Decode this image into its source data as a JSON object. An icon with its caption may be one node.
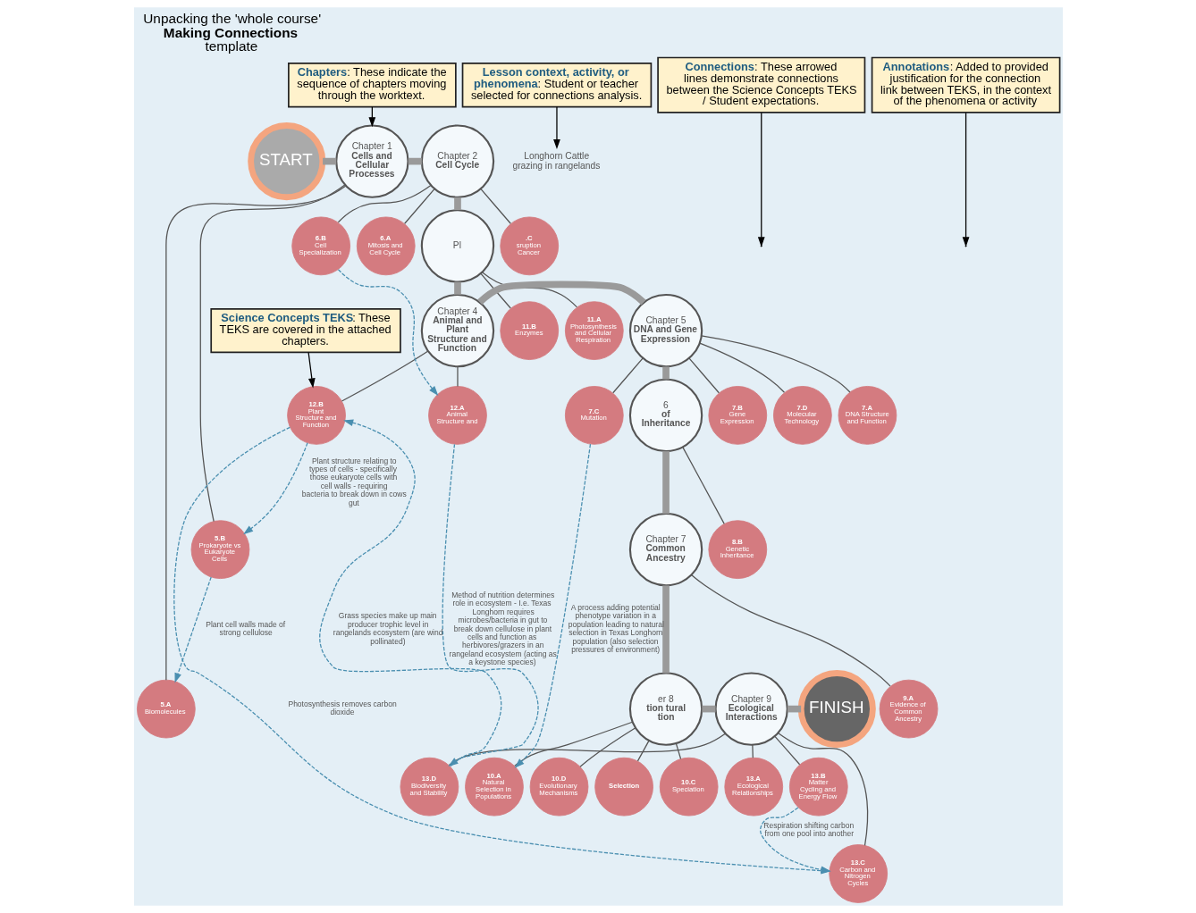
{
  "diagram": {
    "title": "Unpacking the 'whole course' **Making Connections** template",
    "nodes": [
      {
        "text": [
          "START"
        ]
      },
      {
        "text": [
          "Chapter 1",
          "Cells and Cellular Processes"
        ]
      },
      {
        "text": [
          "Chapter 2",
          "Cell Cycle"
        ]
      },
      {
        "text": [
          "Pl"
        ]
      },
      {
        "text": [
          "Chapter 4",
          "Animal and Plant Structure and Function"
        ]
      },
      {
        "text": [
          "Chapter 5",
          "DNA and Gene Expression"
        ]
      },
      {
        "text": [
          "6",
          "of Inheritance"
        ]
      },
      {
        "text": [
          "Chapter 7",
          "Common Ancestry"
        ]
      },
      {
        "text": [
          "er 8",
          "tion tural tion"
        ]
      },
      {
        "text": [
          "Chapter 9",
          "Ecological Interactions"
        ]
      },
      {
        "text": [
          "FINISH"
        ]
      },
      {
        "text": [
          "5.A",
          "Biomolecules"
        ]
      },
      {
        "text": [
          "5.B",
          "Prokaryote vs Eukaryote Cells"
        ]
      },
      {
        "text": [
          "6.A",
          "Mitosis and Cell Cycle"
        ]
      },
      {
        "text": [
          "6.B",
          "Cell Specialization"
        ]
      },
      {
        "text": [
          ".C",
          "sruption Cancer"
        ]
      },
      {
        "text": [
          "11.A",
          "Photosynthesis and Cellular Respiration"
        ]
      },
      {
        "text": [
          "11.B",
          "Enzymes"
        ]
      },
      {
        "text": [
          "7.A",
          "DNA Structure and Function"
        ]
      },
      {
        "text": [
          "7.B",
          "Gene Expression"
        ]
      },
      {
        "text": [
          "7.D",
          "Molecular Technology"
        ]
      },
      {
        "text": [
          "7.C",
          "Mutation"
        ]
      },
      {
        "text": [
          "12.A",
          "Animal Structure and"
        ]
      },
      {
        "text": [
          "12.B",
          "Plant Structure and Function"
        ]
      },
      {
        "text": [
          "8.B",
          "Genetic Inheritance"
        ]
      },
      {
        "text": [
          "9.A",
          "Evidence of Common Ancestry"
        ]
      },
      {
        "text": [
          "10.A",
          "Natural Selection in Populations"
        ]
      },
      {
        "text": [
          "Selection"
        ]
      },
      {
        "text": [
          "10.C",
          "Speciation"
        ]
      },
      {
        "text": [
          "10.D",
          "Evolutionary Mechanisms"
        ]
      },
      {
        "text": [
          "13.A",
          "Ecological Relationships"
        ]
      },
      {
        "text": [
          "13.B",
          "Matter Cycling and Energy Flow"
        ]
      },
      {
        "text": [
          "13.C",
          "Carbon and Nitrogen Cycles"
        ]
      },
      {
        "text": [
          "13.D",
          "Biodiversity and Stability"
        ]
      },
      {
        "text": [
          "Longhorn Cattle grazing in rangelands"
        ]
      },
      {
        "text": [
          "**Chapters**: These indicate the sequence of chapters moving through the worktext."
        ]
      },
      {
        "text": [
          "**Lesson context, activity, or phenomena**: Student or teacher selected for connections analysis."
        ]
      },
      {
        "text": [
          "**Connections**: These arrowed lines demonstrate connections between the Science Concepts TEKS / Student expectations."
        ]
      },
      {
        "text": [
          "**Science Concepts TEKS**: These TEKS are covered in the attached chapters."
        ]
      },
      {
        "text": [
          "**Annotations**: Added to provided justification for the connection link between TEKS, in the context of the phenomena or activity"
        ]
      }
    ],
    "edges": [
      {
        "from": 0,
        "to": 1,
        "arrow": "none",
        "style": "thick",
        "color": "#9a9a9a"
      },
      {
        "from": 1,
        "to": 2,
        "arrow": "none",
        "style": "thick",
        "color": "#9a9a9a"
      },
      {
        "from": 2,
        "to": 3,
        "arrow": "none",
        "style": "thick",
        "color": "#9a9a9a"
      },
      {
        "from": 3,
        "to": 4,
        "arrow": "none",
        "style": "thick",
        "color": "#9a9a9a"
      },
      {
        "from": 4,
        "to": 5,
        "arrow": "none",
        "style": "thick",
        "color": "#9a9a9a"
      },
      {
        "from": 5,
        "to": 6,
        "arrow": "none",
        "style": "thick",
        "color": "#9a9a9a"
      },
      {
        "from": 6,
        "to": 7,
        "arrow": "none",
        "style": "thick",
        "color": "#9a9a9a"
      },
      {
        "from": 7,
        "to": 8,
        "arrow": "none",
        "style": "thick",
        "color": "#9a9a9a"
      },
      {
        "from": 8,
        "to": 9,
        "arrow": "none",
        "style": "thick",
        "color": "#9a9a9a"
      },
      {
        "from": 9,
        "to": 10,
        "arrow": "none",
        "style": "thick",
        "color": "#9a9a9a"
      },
      {
        "from": 1,
        "to": 11,
        "arrow": "none"
      },
      {
        "from": 1,
        "to": 12,
        "arrow": "none"
      },
      {
        "from": 2,
        "to": 13,
        "arrow": "none"
      },
      {
        "from": 2,
        "to": 14,
        "arrow": "none"
      },
      {
        "from": 2,
        "to": 15,
        "arrow": "none"
      },
      {
        "from": 3,
        "to": 16,
        "arrow": "none"
      },
      {
        "from": 3,
        "to": 17,
        "arrow": "none"
      },
      {
        "from": 5,
        "to": 18,
        "arrow": "none"
      },
      {
        "from": 5,
        "to": 19,
        "arrow": "none"
      },
      {
        "from": 5,
        "to": 20,
        "arrow": "none"
      },
      {
        "from": 5,
        "to": 21,
        "arrow": "none"
      },
      {
        "from": 4,
        "to": 22,
        "arrow": "none"
      },
      {
        "from": 4,
        "to": 23,
        "arrow": "none"
      },
      {
        "from": 6,
        "to": 24,
        "arrow": "none"
      },
      {
        "from": 7,
        "to": 25,
        "arrow": "none"
      },
      {
        "from": 8,
        "to": 26,
        "arrow": "none"
      },
      {
        "from": 8,
        "to": 27,
        "arrow": "none"
      },
      {
        "from": 8,
        "to": 28,
        "arrow": "none"
      },
      {
        "from": 8,
        "to": 29,
        "arrow": "none"
      },
      {
        "from": 9,
        "to": 30,
        "arrow": "none"
      },
      {
        "from": 9,
        "to": 31,
        "arrow": "none"
      },
      {
        "from": 9,
        "to": 32,
        "arrow": "none"
      },
      {
        "from": 9,
        "to": 33,
        "arrow": "none"
      },
      {
        "from": 12,
        "to": 11,
        "arrow": "to",
        "label": "Plant cell walls made of strong cellulose",
        "style": "dashed",
        "color": "#4a8fb0"
      },
      {
        "from": 23,
        "to": 12,
        "arrow": "to",
        "label": "Plant structure relating to types of cells - specifically those eukaryote cells with cell walls - requiring bacteria to break down in cows gut",
        "style": "dashed",
        "color": "#4a8fb0"
      },
      {
        "from": 14,
        "to": 22,
        "arrow": "to",
        "style": "dashed",
        "color": "#4a8fb0"
      },
      {
        "from": 21,
        "to": 26,
        "arrow": "to",
        "label": "A process adding potential phenotype variation in a population leading to natural selection in Texas Longhorn population (also selection pressures of environment)",
        "style": "dashed",
        "color": "#4a8fb0"
      },
      {
        "from": 23,
        "to": 32,
        "arrow": "to",
        "label": "Photosynthesis removes carbon dioxide",
        "style": "dashed",
        "color": "#4a8fb0"
      },
      {
        "from": 33,
        "to": 23,
        "arrow": "to",
        "label": "Grass species make up main producer trophic level in rangelands ecosystem (are wind pollinated)",
        "style": "dashed",
        "color": "#4a8fb0"
      },
      {
        "from": 31,
        "to": 32,
        "arrow": "to",
        "label": "Respiration shifting carbon from one pool into another",
        "style": "dashed",
        "color": "#4a8fb0"
      },
      {
        "from": 22,
        "to": 33,
        "arrow": "to",
        "label": "Method of nutrition determines role in ecosystem - I.e. Texas Longhorn requires microbes/bacteria in gut to break down cellulose in plant cells and function as herbivores/grazers in an rangeland ecosystem (acting as a keystone species)",
        "style": "dashed",
        "color": "#4a8fb0"
      },
      {
        "from": 35,
        "to": 1,
        "arrow": "to",
        "color": "#000000"
      },
      {
        "from": 36,
        "to": 34,
        "arrow": "to",
        "color": "#000000"
      },
      {
        "from": 37,
        "to": null,
        "arrow": "to",
        "color": "#000000"
      },
      {
        "from": 38,
        "to": 23,
        "arrow": "to",
        "color": "#000000"
      },
      {
        "from": 39,
        "to": null,
        "arrow": "to",
        "color": "#000000"
      }
    ]
  }
}
